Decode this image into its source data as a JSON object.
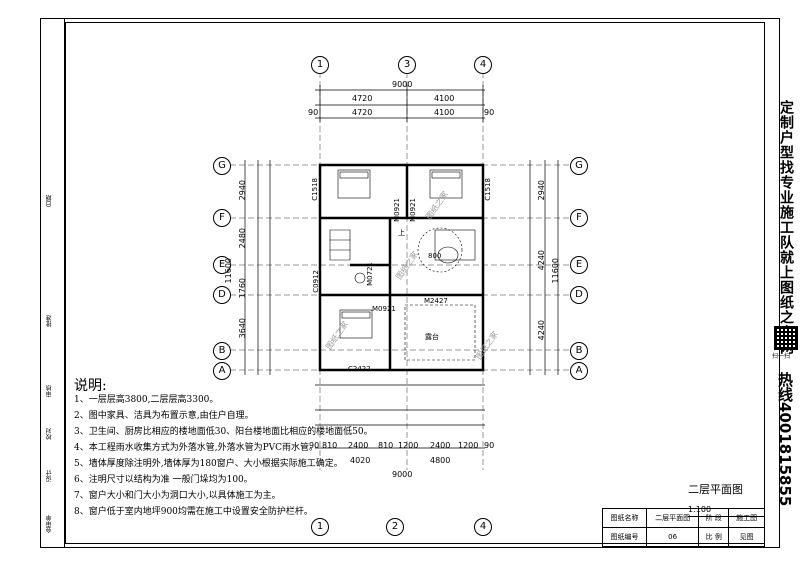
{
  "side_labels": [
    "会审单",
    "设计",
    "校对",
    "审核",
    "批准",
    "日期"
  ],
  "axes_top": [
    "1",
    "3",
    "4"
  ],
  "axes_bottom": [
    "1",
    "2",
    "4"
  ],
  "axes_left": [
    "G",
    "F",
    "E",
    "D",
    "B",
    "A"
  ],
  "axes_right": [
    "G",
    "F",
    "E",
    "D",
    "B",
    "A"
  ],
  "dims_top": {
    "total": "9000",
    "row1": [
      "4720",
      "4100"
    ],
    "row2": [
      "4720",
      "4100"
    ],
    "end_marks": [
      "90",
      "90"
    ]
  },
  "dims_bottom": {
    "row1": [
      "90",
      "810",
      "2400",
      "810",
      "1200",
      "2400",
      "1200",
      "90"
    ],
    "row2": [
      "4020",
      "4800"
    ],
    "total": "9000"
  },
  "dims_left": {
    "row1": [
      "2940",
      "2480",
      "1760",
      "3640"
    ],
    "total": "11600"
  },
  "dims_right": {
    "row1": [
      "2940",
      "4240",
      "4240"
    ],
    "total": "11600"
  },
  "labels": {
    "c1518_left": "C1518",
    "c1518_right": "C1518",
    "m0921_a": "M0921",
    "m0921_b": "M0921",
    "m0921_c": "M0921",
    "m0721": "M0721",
    "c0912": "C0912",
    "m2427": "M2427",
    "c2422": "C2422",
    "terrace": "露台",
    "up_mark": "上",
    "hole": "800"
  },
  "notes": {
    "title": "说明:",
    "items": [
      "1、一层层高3800,二层层高3300。",
      "2、图中家具、洁具为布置示意,由住户自理。",
      "3、卫生间、厨房比相应的楼地面低30、阳台楼地面比相应的楼地面低50。",
      "4、本工程雨水收集方式为外落水管,外落水管为PVC雨水管。",
      "5、墙体厚度除注明外,墙体厚为180窗户、大小根据实际施工确定。",
      "6、注明尺寸以结构为准 一般门垛均为100。",
      "7、窗户大小和门大小为洞口大小,以具体施工为主。",
      "8、窗户低于室内地坪900均需在施工中设置安全防护栏杆。"
    ]
  },
  "right_brand": "定制户型找专业施工队就上图纸之家网",
  "qr_caption": "扫一扫",
  "hotline": "热线4001815855",
  "plan_title": "二层平面图",
  "scale": "1:100",
  "title_block": {
    "name_label": "图纸名称",
    "name_value": "二层平面图",
    "stage_label": "阶 段",
    "stage_value": "施工图",
    "number_label": "图纸编号",
    "number_value": "06",
    "ratio_label": "比 例",
    "ratio_value": "见图"
  },
  "colors": {
    "line": "#000000",
    "watermark": "#9a9a9a"
  }
}
